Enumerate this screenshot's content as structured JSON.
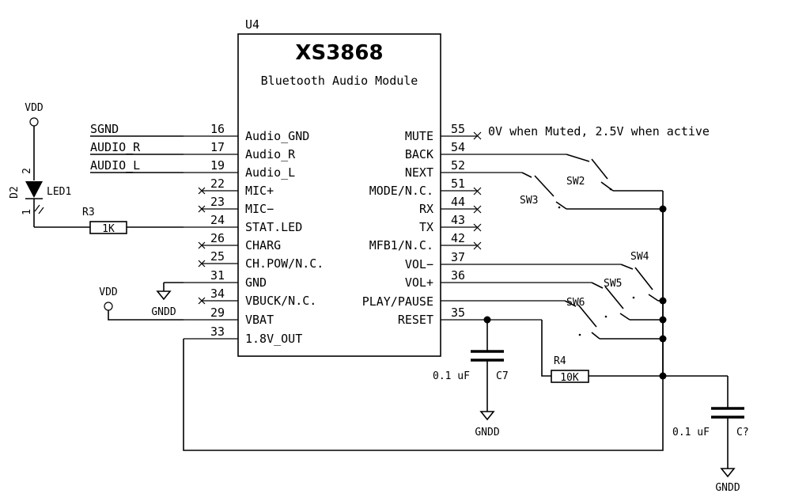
{
  "chip": {
    "ref": "U4",
    "name": "XS3868",
    "description": "Bluetooth Audio Module"
  },
  "left_pins": [
    {
      "num": "16",
      "name": "Audio_GND"
    },
    {
      "num": "17",
      "name": "Audio_R"
    },
    {
      "num": "19",
      "name": "Audio_L"
    },
    {
      "num": "22",
      "name": "MIC+"
    },
    {
      "num": "23",
      "name": "MIC−"
    },
    {
      "num": "24",
      "name": "STAT.LED"
    },
    {
      "num": "26",
      "name": "CHARG"
    },
    {
      "num": "25",
      "name": "CH.POW/N.C."
    },
    {
      "num": "31",
      "name": "GND"
    },
    {
      "num": "34",
      "name": "VBUCK/N.C."
    },
    {
      "num": "29",
      "name": "VBAT"
    },
    {
      "num": "33",
      "name": "1.8V_OUT"
    }
  ],
  "right_pins": [
    {
      "num": "55",
      "name": "MUTE"
    },
    {
      "num": "54",
      "name": "BACK"
    },
    {
      "num": "52",
      "name": "NEXT"
    },
    {
      "num": "51",
      "name": "MODE/N.C."
    },
    {
      "num": "44",
      "name": "RX"
    },
    {
      "num": "43",
      "name": "TX"
    },
    {
      "num": "42",
      "name": "MFB1/N.C."
    },
    {
      "num": "37",
      "name": "VOL−"
    },
    {
      "num": "36",
      "name": "VOL+"
    },
    {
      "num": "",
      "name": "PLAY/PAUSE"
    },
    {
      "num": "35",
      "name": "RESET"
    }
  ],
  "nets": {
    "sgnd": "SGND",
    "audio_r": "AUDIO_R",
    "audio_l": "AUDIO_L",
    "vdd_top": "VDD",
    "vdd_left": "VDD",
    "gndd_left": "GNDD",
    "gndd_c7": "GNDD",
    "gndd_cq": "GNDD"
  },
  "note_mute": "0V when Muted, 2.5V when active",
  "components": {
    "led_ref": "D2",
    "led_name": "LED1",
    "led_pin2": "2",
    "led_pin1": "1",
    "r3_ref": "R3",
    "r3_value": "1K",
    "r4_ref": "R4",
    "r4_value": "10K",
    "c7_ref": "C7",
    "c7_value": "0.1 uF",
    "cq_ref": "C?",
    "cq_value": "0.1 uF",
    "sw2": "SW2",
    "sw3": "SW3",
    "sw4": "SW4",
    "sw5": "SW5",
    "sw6": "SW6"
  }
}
